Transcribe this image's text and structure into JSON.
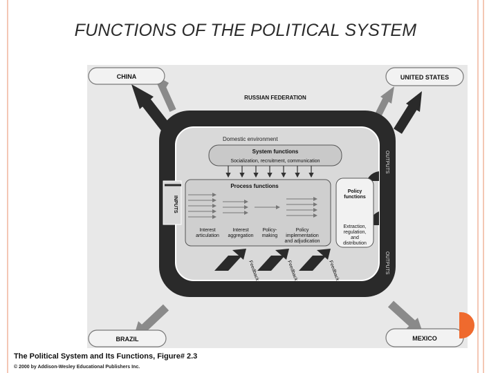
{
  "slide": {
    "title": "FUNCTIONS OF THE POLITICAL SYSTEM"
  },
  "diagram": {
    "countries": {
      "china": "CHINA",
      "united_states": "UNITED STATES",
      "russian_federation": "RUSSIAN FEDERATION",
      "brazil": "BRAZIL",
      "mexico": "MEXICO"
    },
    "domestic_environment": "Domestic environment",
    "system_functions": {
      "title": "System functions",
      "items": "Socialization, recruitment, communication"
    },
    "process_functions": {
      "title": "Process functions",
      "labels": [
        [
          "Interest",
          "articulation"
        ],
        [
          "Interest",
          "aggregation"
        ],
        [
          "Policy-",
          "making"
        ],
        [
          "Policy",
          "implementation",
          "and adjudication"
        ]
      ]
    },
    "policy_functions": {
      "title": [
        "Policy",
        "functions"
      ],
      "items": [
        "Extraction,",
        "regulation,",
        "and",
        "distribution"
      ]
    },
    "inputs_label": "INPUTS",
    "outputs_label": "OUTPUTS",
    "feedback_label": "Feedback"
  },
  "caption": {
    "text": "The Political System and Its Functions, Figure# 2.3",
    "copyright": "© 2000 by Addison-Wesley Educational Publishers Inc."
  }
}
